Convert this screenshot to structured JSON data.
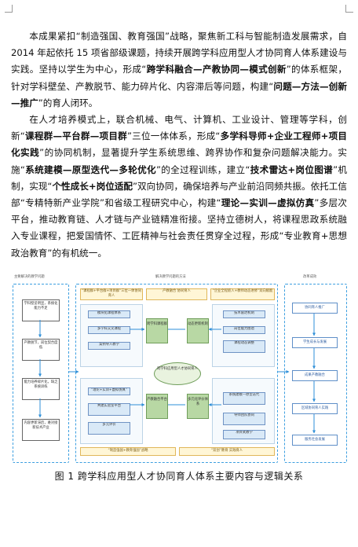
{
  "body": {
    "p1": [
      {
        "t": "本成果紧扣“制造强国、教育强国”战略，聚焦新工科与智能制造发展需求，自 2014 年起依托 15 项省部级课题，持续开展跨学科应用型人才协同育人体系建设与实践。坚持以学生为中心，形成“",
        "b": false
      },
      {
        "t": "跨学科融合—产教协同—模式创新",
        "b": true
      },
      {
        "t": "”的体系框架，针对学科壁垒、产教脱节、能力碎片化、内容滞后等问题，构建“",
        "b": false
      },
      {
        "t": "问题—方法—创新—推广",
        "b": true
      },
      {
        "t": "”的育人闭环。",
        "b": false
      }
    ],
    "p2": [
      {
        "t": "在人才培养模式上，联合机械、电气、计算机、工业设计、管理等学科，创新“",
        "b": false
      },
      {
        "t": "课程群—平台群—项目群",
        "b": true
      },
      {
        "t": "”三位一体体系，形成“",
        "b": false
      },
      {
        "t": "多学科导师+企业工程师+项目化实践",
        "b": true
      },
      {
        "t": "”的协同机制，显著提升学生系统思维、跨界协作和复杂问题解决能力。实施“",
        "b": false
      },
      {
        "t": "系统建模—原型迭代—多轮优化",
        "b": true
      },
      {
        "t": "”的全过程训练，建立“",
        "b": false
      },
      {
        "t": "技术雷达+岗位图谱",
        "b": true
      },
      {
        "t": "”机制，实现“",
        "b": false
      },
      {
        "t": "个性成长+岗位适配",
        "b": true
      },
      {
        "t": "”双向协同，确保培养与产业前沿同频共振。依托工信部“专精特新产业学院”和省级工程研究中心，构建“",
        "b": false
      },
      {
        "t": "理论—实训—虚拟仿真",
        "b": true
      },
      {
        "t": "”多层次平台，推动教育链、人才链与产业链精准衔接。坚持立德树人，将课程思政系统融入专业课程，把爱国情怀、工匠精神与社会责任贯穿全过程，形成“专业教育+思想政治教育”的有机统一。",
        "b": false
      }
    ]
  },
  "figure": {
    "headers": {
      "left": "主要解决的教学问题",
      "mid": "解决教学问题的方法",
      "right": "改革成效"
    },
    "left_boxes": [
      "学科壁垒明显，系统化能力不足",
      "产教脱节，岗位契合度低",
      "能力培养碎片化，缺乏系统训练",
      "内容更新滞后，难对接新技术产业"
    ],
    "top_strips": [
      "“课程群+平台群+项目群”三位一体协同育人",
      "产教融合 协同育人",
      "“企业全程嵌入+教师动态进修”双向赋能"
    ],
    "mid_left_top": [
      "模块化课程体系",
      "多学科交叉课程",
      "案例导入教学"
    ],
    "mid_right_top": [
      "技术雷达机制",
      "岗位能力图谱",
      "课程动态调整"
    ],
    "mid_left_bottom": [
      "“理论+实训+虚拟仿真”",
      "共建实验室平台",
      "多元评价"
    ],
    "mid_right_bottom": [
      "系统建模—原型迭代",
      "导师团队协同",
      "项目式教学"
    ],
    "green_boxes": [
      "跨学科课程群",
      "动态更新机制",
      "产教融合平台",
      "多元化评价体系"
    ],
    "center": "跨学科应用型人才协同育人",
    "bottom_strips": [
      "“制造强国+教育强国”战略",
      "“双创”教育 实践育人"
    ],
    "right_boxes": [
      "协同育人推广",
      "学生成长与发展",
      "成果产教融合",
      "区域协同育人实践",
      "服务社会发展"
    ]
  },
  "caption": "图 1  跨学科应用型人才协同育人体系主要内容与逻辑关系"
}
